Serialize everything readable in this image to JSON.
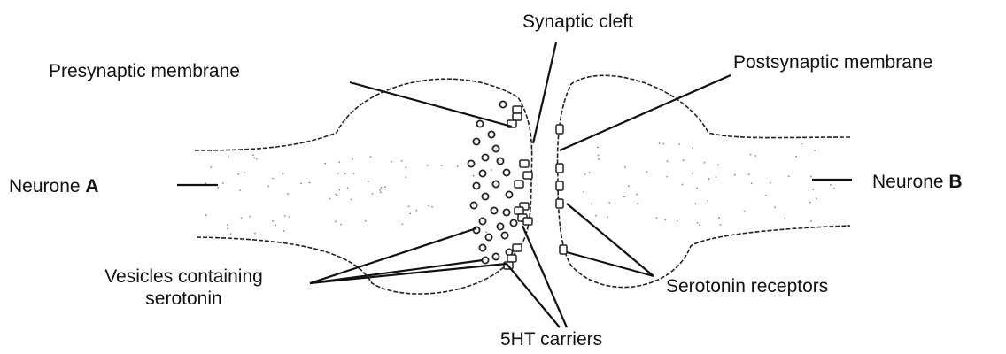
{
  "labels": {
    "synaptic_cleft": "Synaptic cleft",
    "presynaptic_membrane": "Presynaptic membrane",
    "postsynaptic_membrane": "Postsynaptic membrane",
    "neurone_a_prefix": "Neurone",
    "neurone_a_letter": "A",
    "neurone_b_prefix": "Neurone",
    "neurone_b_letter": "B",
    "vesicles_line1": "Vesicles containing",
    "vesicles_line2": "serotonin",
    "serotonin_receptors": "Serotonin receptors",
    "carriers": "5HT carriers"
  }
}
